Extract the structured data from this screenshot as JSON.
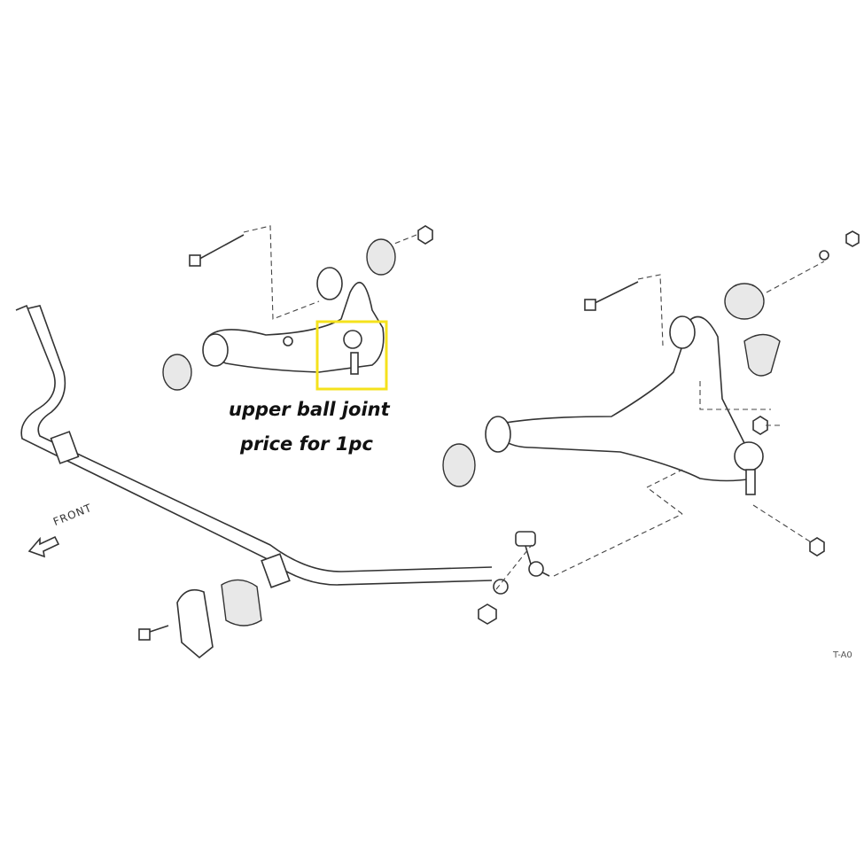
{
  "diagram": {
    "caption_line1": "upper ball joint",
    "caption_line2": "price for 1pc",
    "direction_label": "FRONT",
    "drawing_code": "T-A0",
    "highlight_color": "#f5e21c"
  }
}
